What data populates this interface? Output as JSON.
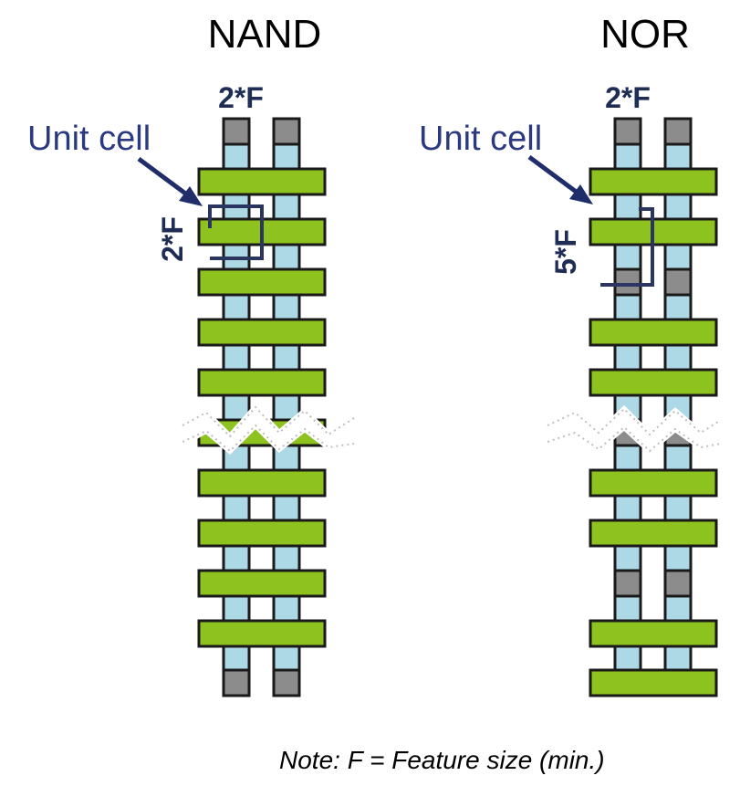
{
  "nand": {
    "title": "NAND",
    "width_label": "2*F",
    "unit_cell_label": "Unit cell",
    "height_label": "2*F"
  },
  "nor": {
    "title": "NOR",
    "width_label": "2*F",
    "unit_cell_label": "Unit cell",
    "height_label": "5*F"
  },
  "note": "Note: F = Feature size (min.)",
  "colors": {
    "wordline": "#8dc21f",
    "bitline": "#add8e6",
    "contact": "#8c8c8c",
    "label": "#2b3a7e"
  }
}
